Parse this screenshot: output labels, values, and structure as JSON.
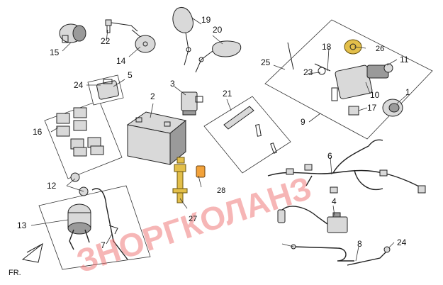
{
  "watermark": "ЗНОРГКОЛАНЗ",
  "direction_label": "FR.",
  "callouts": {
    "c1": "1",
    "c2": "2",
    "c3": "3",
    "c4": "4",
    "c5": "5",
    "c6": "6",
    "c7": "7",
    "c8": "8",
    "c9": "9",
    "c10": "10",
    "c11": "11",
    "c12": "12",
    "c13": "13",
    "c14": "14",
    "c15": "15",
    "c16": "16",
    "c17": "17",
    "c18": "18",
    "c19": "19",
    "c20": "20",
    "c21": "21",
    "c22": "22",
    "c23": "23",
    "c24a": "24",
    "c24b": "24",
    "c25": "25",
    "c26": "26",
    "c27": "27",
    "c28": "28"
  }
}
